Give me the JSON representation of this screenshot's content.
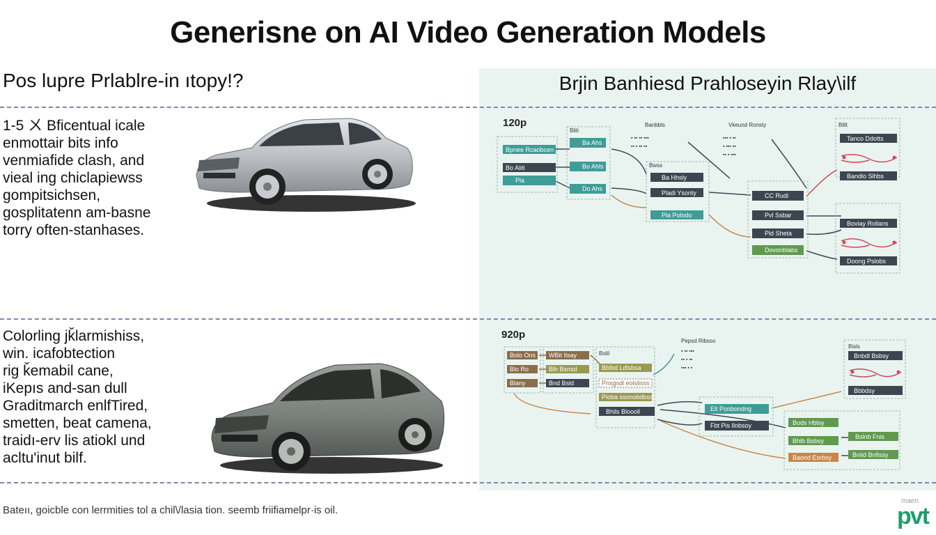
{
  "title": "Generisne on AI Video Generation Models",
  "left_heading": "Pos lupre Prlablre-in ıtopy!?",
  "right_heading": "Brjin Banhiesd Prahloseyin Rlay\\ilf",
  "top_paragraph": [
    "1-5 ㄨ Bficentual icale",
    "enmottair bits info",
    "venmiafide clash, and",
    "vieal ing chiclapiewss",
    "gompitsichsen,",
    "gosplitatenn am-basne",
    "torry often-stanhases."
  ],
  "bottom_paragraph": [
    "Colorling jǩlarmishiss,",
    "win. icafobtection",
    "rig ǩemabil cane,",
    "iKepıs and-san dull",
    "Graditmarch enlfTired,",
    "smetten, beat camena,",
    "traidı-erv lis atiokl und",
    "acltu'inut bilf."
  ],
  "resolution_top": "120p",
  "resolution_bottom": "920p",
  "diagram_top": {
    "col1": [
      "Bpnee Rcaobcen",
      "Bo Aliti",
      "Pla"
    ],
    "col2_header": "Bliti",
    "col2": [
      "Ba Ahs",
      "Bo Ahls",
      "Do Ahs"
    ],
    "col3_header": "Banbbls",
    "col4_header": "Vkeund Ronsty",
    "col5_header": "Bwss",
    "col5": [
      "Ba Hhsly",
      "Pladi Ysonty",
      "Pla Polodo"
    ],
    "col6": [
      "CC Rudi",
      "Pvl Ssbar",
      "Pld Sheta",
      "Dovonblabs"
    ],
    "col7_header": "Blilt",
    "col7": [
      "Tanco Ddotts",
      "Bandlo Slhbs",
      "Boviay Rollans",
      "Doong Pslobs"
    ]
  },
  "diagram_bottom": {
    "col1": [
      "Bolo Ons",
      "Blo Ro",
      "Blany"
    ],
    "col2": [
      "WBit Ilsay",
      "Blh Bsnsd",
      "Bnd Bsld"
    ],
    "col3_header": "Bolil",
    "col3": [
      "Bblbd Ldlsbsa",
      "Pnsgsdl eolslisss",
      "Pioba ssonobdbss",
      "Bhils Bloooll"
    ],
    "col4_header": "Pepsd Ribsso",
    "col5": [
      "Elt Ponbondng",
      "Fbt Pis Ilnbsoy"
    ],
    "col6": [
      "Bods Hblsy",
      "Bhlb Bsbsy",
      "Baond Esrbsy"
    ],
    "col7_header": "Bisls",
    "col7": [
      "Bnbdl Bsbsy",
      "Bbbdsy"
    ],
    "col8": [
      "Bslnb Fnis",
      "Bnlid Bnfissy"
    ]
  },
  "footer": "Bateıı, goicble con lerrmities tol a chil\\/lasia tion. seemb friifiamelpr·is oil.",
  "logo_small": "maen",
  "logo_main": "pvt",
  "colors": {
    "panel": "#e9f4f1",
    "teal": "#3f9c97",
    "dark": "#3d4650",
    "green": "#5f9a4e",
    "brown": "#8a6d4b",
    "olive": "#9a9a4e",
    "orange": "#c9864a",
    "red": "#d0485a",
    "gray": "#6f7b8a",
    "logo": "#1f9e6c"
  }
}
